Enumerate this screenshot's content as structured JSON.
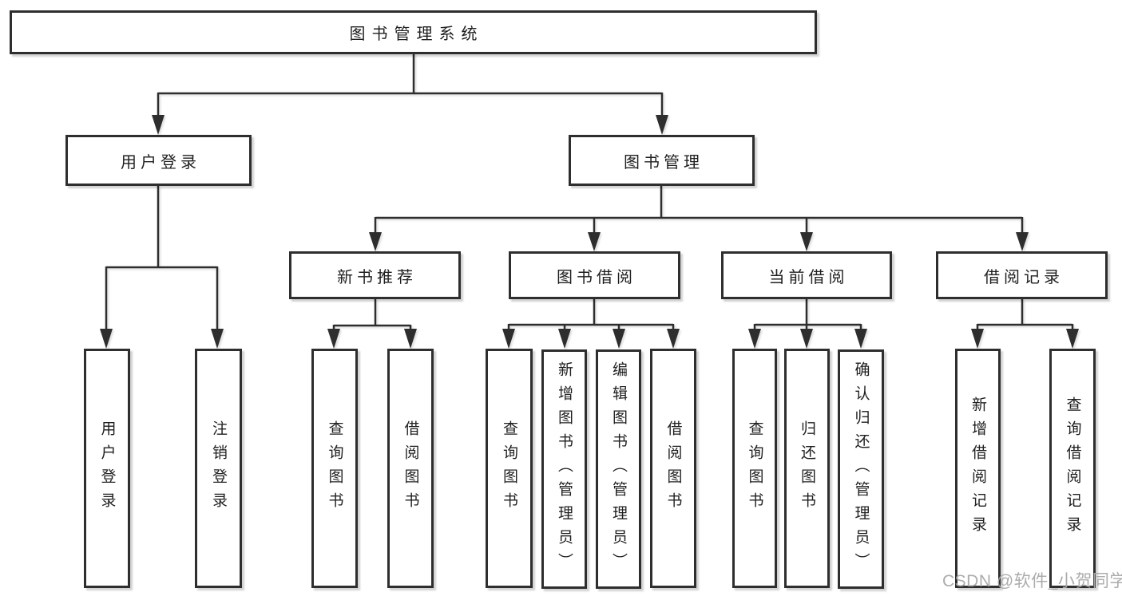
{
  "diagram": {
    "root": {
      "label": "图书管理系统"
    },
    "branches": [
      {
        "label": "用户登录",
        "children": [
          {
            "label": "用户登录"
          },
          {
            "label": "注销登录"
          }
        ]
      },
      {
        "label": "图书管理",
        "children": [
          {
            "label": "新书推荐",
            "children": [
              {
                "label": "查询图书"
              },
              {
                "label": "借阅图书"
              }
            ]
          },
          {
            "label": "图书借阅",
            "children": [
              {
                "label": "查询图书"
              },
              {
                "label": "新增图书（管理员）"
              },
              {
                "label": "编辑图书（管理员）"
              },
              {
                "label": "借阅图书"
              }
            ]
          },
          {
            "label": "当前借阅",
            "children": [
              {
                "label": "查询图书"
              },
              {
                "label": "归还图书"
              },
              {
                "label": "确认归还（管理员）"
              }
            ]
          },
          {
            "label": "借阅记录",
            "children": [
              {
                "label": "新增借阅记录"
              },
              {
                "label": "查询借阅记录"
              }
            ]
          }
        ]
      }
    ]
  },
  "watermark": {
    "text": "CSDN @软件_小贺同学"
  },
  "colors": {
    "line": "#2e2e2e",
    "node_border": "#2e2e2e",
    "node_fill": "#ffffff",
    "text": "#1f1f1f",
    "watermark": "#a8a8a8",
    "background": "#ffffff"
  }
}
